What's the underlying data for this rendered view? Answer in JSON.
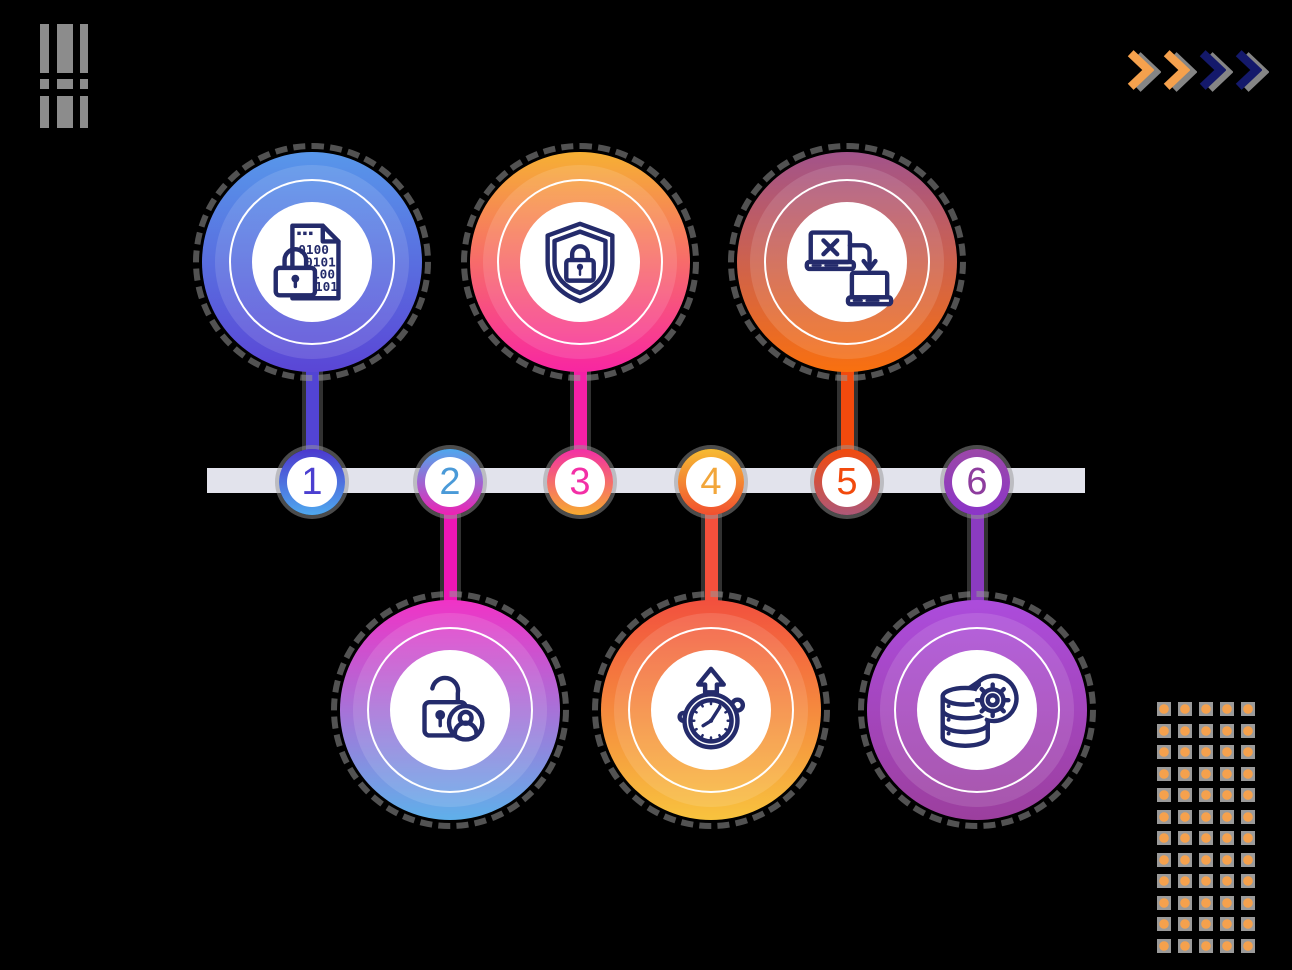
{
  "background_color": "#000000",
  "decorations": {
    "bars_color": "#8c8c8c",
    "chevrons": [
      "#f5a14d",
      "#f5a14d",
      "#14196b",
      "#14196b"
    ],
    "dot_grid": {
      "dot_color": "#f5a14d",
      "square_color": "#9a9a9a",
      "columns": 5,
      "rows": 12
    }
  },
  "timeline": {
    "bar_color": "#e2e3ec",
    "steps": [
      {
        "number": "1",
        "position": "top",
        "icon": "encrypted-file-icon",
        "circle_gradient": [
          "#5897ea",
          "#5a46d6"
        ],
        "badge_gradient": [
          "#4c38ce",
          "#4fa8ee"
        ],
        "number_color": "#4b3fd0",
        "stem_color": "#5244d4"
      },
      {
        "number": "2",
        "position": "bottom",
        "icon": "unlocked-padlock-user-icon",
        "circle_gradient": [
          "#f033c6",
          "#5fb0ea"
        ],
        "badge_gradient": [
          "#4fa8ee",
          "#ee22b4"
        ],
        "number_color": "#4a9ad8",
        "stem_color": "#ee16b6"
      },
      {
        "number": "3",
        "position": "top",
        "icon": "shield-lock-icon",
        "circle_gradient": [
          "#f6b033",
          "#f826a2"
        ],
        "badge_gradient": [
          "#f32fa6",
          "#f7aa30"
        ],
        "number_color": "#f32fa6",
        "stem_color": "#f620a6"
      },
      {
        "number": "4",
        "position": "bottom",
        "icon": "stopwatch-icon",
        "circle_gradient": [
          "#f2503e",
          "#f8c33e"
        ],
        "badge_gradient": [
          "#f6bb33",
          "#f1502f"
        ],
        "number_color": "#f2a63a",
        "stem_color": "#f4503c"
      },
      {
        "number": "5",
        "position": "top",
        "icon": "device-transfer-icon",
        "circle_gradient": [
          "#a2538b",
          "#f9700f"
        ],
        "badge_gradient": [
          "#f24a0d",
          "#ae5878"
        ],
        "number_color": "#f24a0d",
        "stem_color": "#f24a0d"
      },
      {
        "number": "6",
        "position": "bottom",
        "icon": "database-gear-icon",
        "circle_gradient": [
          "#ac4cdc",
          "#9c3f9e"
        ],
        "badge_gradient": [
          "#9c48a8",
          "#8b35c8"
        ],
        "number_color": "#8e3d9e",
        "stem_color": "#8b3bc0"
      }
    ]
  },
  "icons": {
    "stroke_color": "#242b6b",
    "binary_lines": {
      "l1": "0100",
      "l2": "0101",
      "l3": "100",
      "l4": "101"
    }
  }
}
